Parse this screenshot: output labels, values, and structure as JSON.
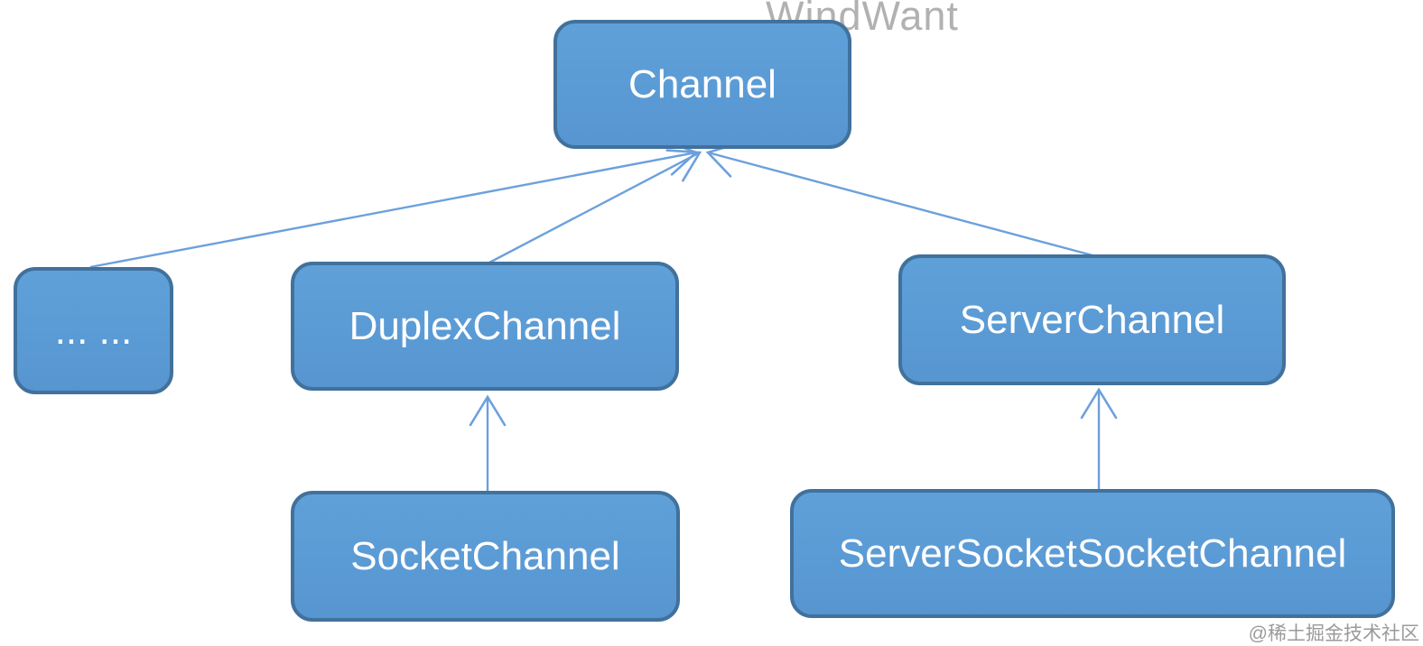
{
  "watermarks": {
    "brand": "WindWant",
    "community": "@稀土掘金技术社区"
  },
  "colors": {
    "node_fill": "#5b9bd5",
    "node_border": "#41719c",
    "edge_line": "#6ca0dc",
    "label_text": "#ffffff",
    "brand_watermark_gray": "#b1b1b1",
    "community_watermark_gray": "#9a9a9a"
  },
  "nodes": {
    "channel": {
      "label": "Channel"
    },
    "others": {
      "label": "... ..."
    },
    "duplex_channel": {
      "label": "DuplexChannel"
    },
    "server_channel": {
      "label": "ServerChannel"
    },
    "socket_channel": {
      "label": "SocketChannel"
    },
    "server_socket_socket_channel": {
      "label": "ServerSocketSocketChannel"
    }
  },
  "edges": [
    {
      "from": "others",
      "to": "channel",
      "type": "inheritance-arrow"
    },
    {
      "from": "duplex_channel",
      "to": "channel",
      "type": "inheritance-arrow"
    },
    {
      "from": "server_channel",
      "to": "channel",
      "type": "inheritance-arrow"
    },
    {
      "from": "socket_channel",
      "to": "duplex_channel",
      "type": "inheritance-arrow"
    },
    {
      "from": "server_socket_socket_channel",
      "to": "server_channel",
      "type": "inheritance-arrow"
    }
  ]
}
